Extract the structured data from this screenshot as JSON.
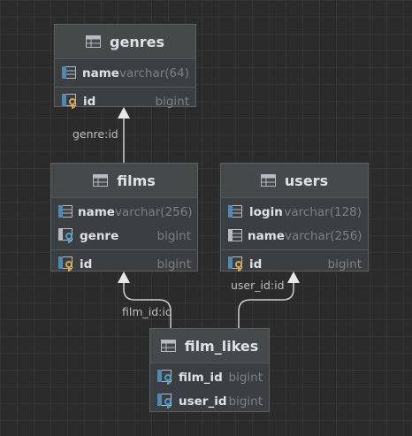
{
  "tables": {
    "genres": {
      "name": "genres",
      "columns": [
        {
          "name": "name",
          "type": "varchar(64)",
          "icon": "column-icon"
        }
      ],
      "keys": [
        {
          "name": "id",
          "type": "bigint",
          "icon": "primary-key-icon"
        }
      ]
    },
    "films": {
      "name": "films",
      "columns": [
        {
          "name": "name",
          "type": "varchar(256)",
          "icon": "column-icon"
        },
        {
          "name": "genre",
          "type": "bigint",
          "icon": "foreign-key-icon"
        }
      ],
      "keys": [
        {
          "name": "id",
          "type": "bigint",
          "icon": "primary-key-icon"
        }
      ]
    },
    "users": {
      "name": "users",
      "columns": [
        {
          "name": "login",
          "type": "varchar(128)",
          "icon": "column-icon"
        },
        {
          "name": "name",
          "type": "varchar(256)",
          "icon": "column-icon"
        }
      ],
      "keys": [
        {
          "name": "id",
          "type": "bigint",
          "icon": "primary-key-icon"
        }
      ]
    },
    "film_likes": {
      "name": "film_likes",
      "columns": [
        {
          "name": "film_id",
          "type": "bigint",
          "icon": "foreign-key-icon"
        },
        {
          "name": "user_id",
          "type": "bigint",
          "icon": "foreign-key-icon"
        }
      ]
    }
  },
  "relations": [
    {
      "label": "genre:id",
      "from": "films",
      "to": "genres"
    },
    {
      "label": "film_id:id",
      "from": "film_likes",
      "to": "films"
    },
    {
      "label": "user_id:id",
      "from": "film_likes",
      "to": "users"
    }
  ],
  "colors": {
    "background": "#2b2b2b",
    "table_header": "#45494a",
    "table_body": "#3c3f41",
    "column_icon": "#4f8ab3",
    "key_icon": "#d7a843",
    "edge": "#cfcfcf"
  }
}
